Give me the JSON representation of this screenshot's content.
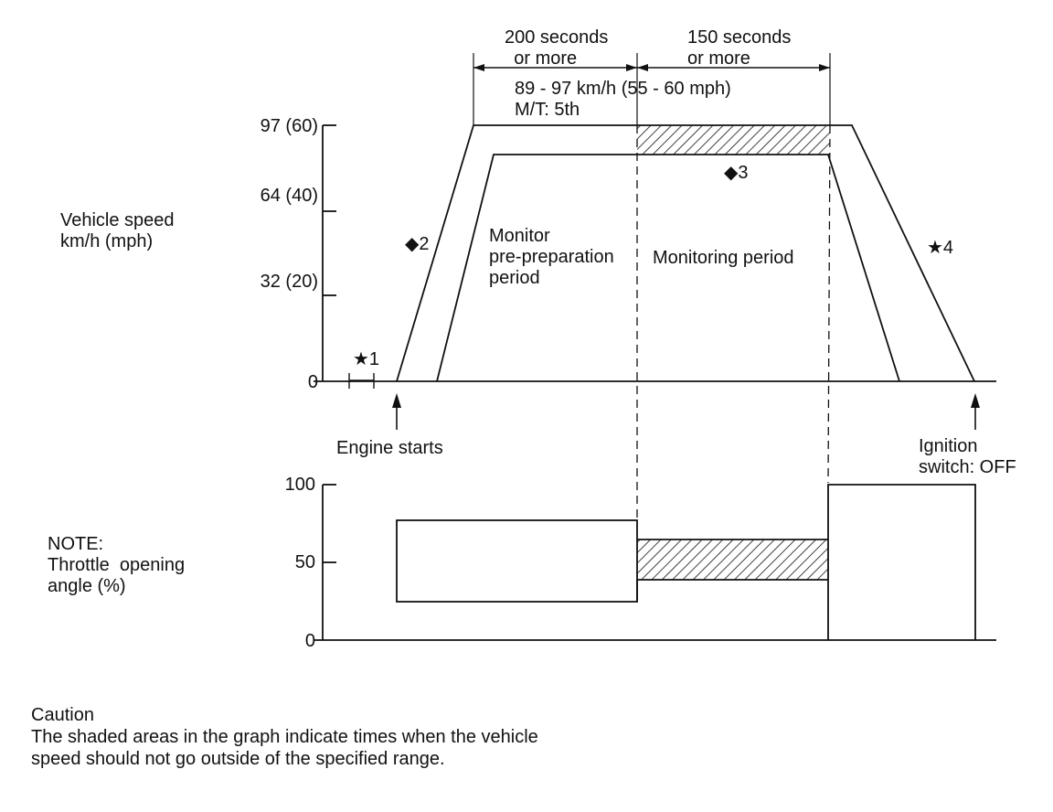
{
  "top_chart": {
    "ylabel": [
      "Vehicle speed",
      "km/h (mph)"
    ],
    "ticks": [
      "97 (60)",
      "64 (40)",
      "32 (20)",
      "0"
    ],
    "duration_1": [
      "200 seconds",
      "or more"
    ],
    "duration_2": [
      "150 seconds",
      "or more"
    ],
    "speed_spec": [
      "89 - 97 km/h (55 - 60 mph)",
      "M/T: 5th"
    ],
    "period_1": [
      "Monitor",
      "pre-preparation",
      "period"
    ],
    "period_2": "Monitoring period",
    "markers": {
      "m1": "★1",
      "m2": "◆2",
      "m3": "◆3",
      "m4": "★4"
    },
    "engine_starts": "Engine starts",
    "ignition_off": [
      "Ignition",
      "switch: OFF"
    ]
  },
  "bottom_chart": {
    "note": [
      "NOTE:",
      "Throttle  opening",
      "angle (%)"
    ],
    "ticks": [
      "100",
      "50",
      "0"
    ]
  },
  "caption": {
    "title": "Caution",
    "lines": [
      "The shaded areas in the graph indicate times when the vehicle",
      "speed should not go outside of the specified range."
    ]
  }
}
